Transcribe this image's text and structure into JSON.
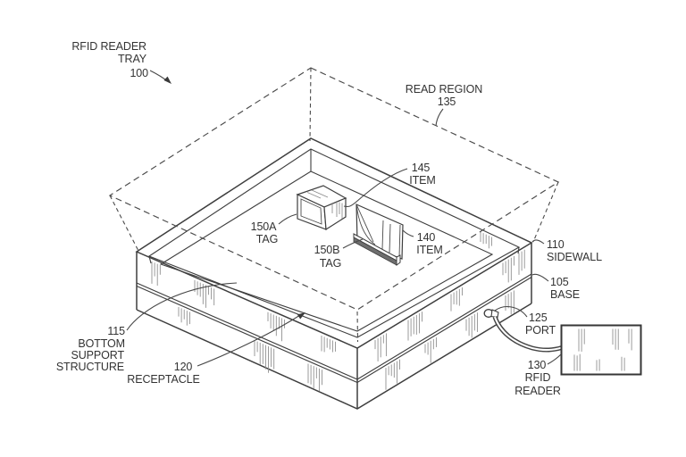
{
  "figure_type": "patent-line-drawing",
  "labels": {
    "tray": {
      "line1": "RFID READER",
      "line2": "TRAY",
      "ref": "100"
    },
    "read_region": {
      "name": "READ REGION",
      "ref": "135"
    },
    "item145": {
      "ref": "145",
      "name": "ITEM"
    },
    "item140": {
      "ref": "140",
      "name": "ITEM"
    },
    "tag150a": {
      "ref": "150A",
      "name": "TAG"
    },
    "tag150b": {
      "ref": "150B",
      "name": "TAG"
    },
    "sidewall": {
      "ref": "110",
      "name": "SIDEWALL"
    },
    "base": {
      "ref": "105",
      "name": "BASE"
    },
    "port": {
      "ref": "125",
      "name": "PORT"
    },
    "reader": {
      "ref": "130",
      "line1": "RFID",
      "line2": "READER"
    },
    "support": {
      "ref": "115",
      "line1": "BOTTOM",
      "line2": "SUPPORT",
      "line3": "STRUCTURE"
    },
    "receptacle": {
      "ref": "120",
      "name": "RECEPTACLE"
    }
  },
  "colors": {
    "background": "#ffffff",
    "line": "#3e3e3e",
    "text": "#333333",
    "hatch": "#8a8a8a",
    "tag_strip_dark": "#6e6e6e"
  }
}
